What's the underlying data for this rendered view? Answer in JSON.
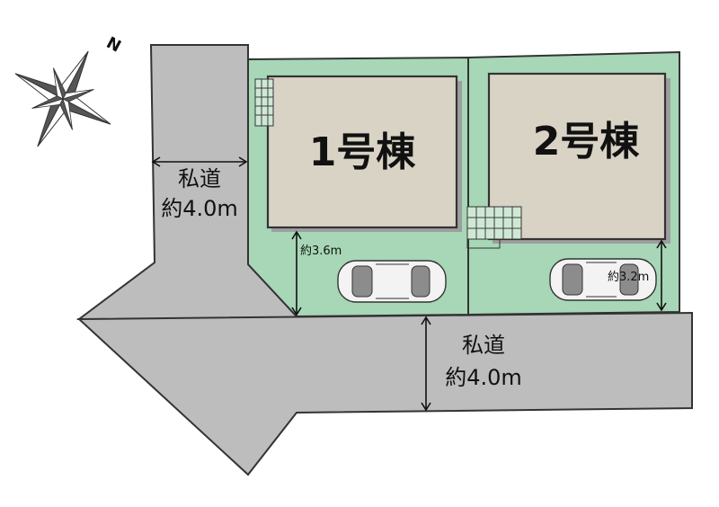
{
  "compass": {
    "north_label": "N"
  },
  "lots": {
    "lot1": {
      "label": "1号棟",
      "parking_depth": "約3.6m"
    },
    "lot2": {
      "label": "2号棟",
      "parking_depth": "約3.2m"
    }
  },
  "roads": {
    "vertical": {
      "type_label": "私道",
      "width_label": "約4.0m"
    },
    "horizontal": {
      "type_label": "私道",
      "width_label": "約4.0m"
    }
  },
  "colors": {
    "lot_fill": "#a7d7b6",
    "house_fill": "#d9d3c6",
    "road_fill": "#bdbdbd"
  }
}
